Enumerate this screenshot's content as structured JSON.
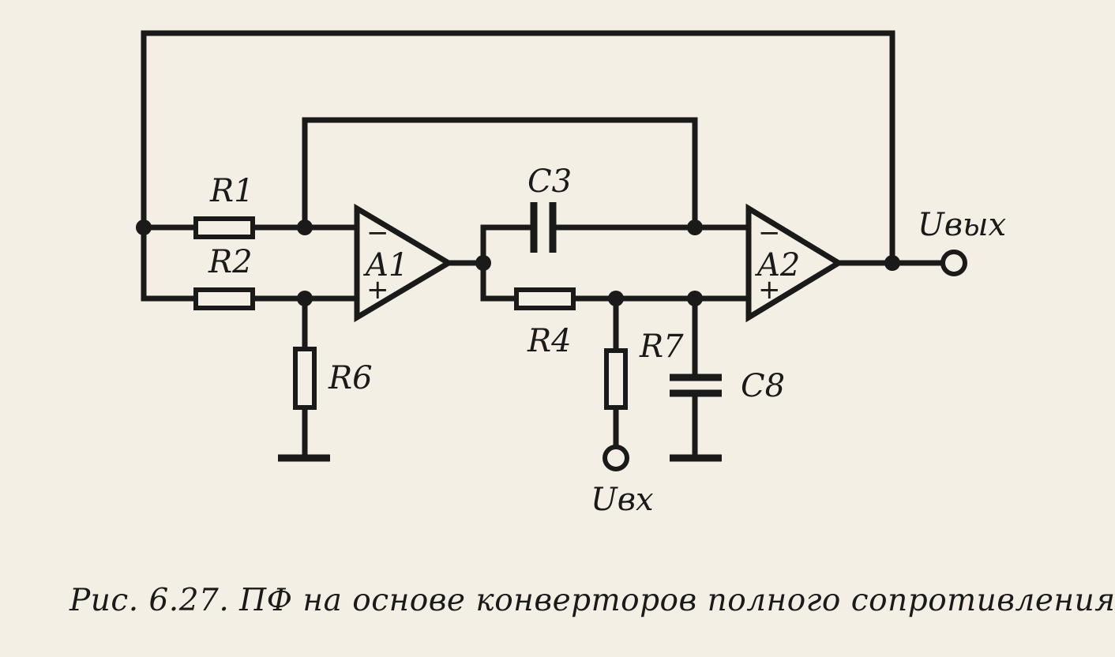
{
  "diagram": {
    "components": {
      "R1": "R1",
      "R2": "R2",
      "R4": "R4",
      "R6": "R6",
      "R7": "R7",
      "C3": "C3",
      "C8": "C8",
      "A1": "A1",
      "A2": "A2"
    },
    "opamp_inputs": {
      "inverting": "−",
      "noninverting": "+"
    },
    "terminals": {
      "output": "Uвых",
      "input": "Uвх"
    }
  },
  "caption": "Рис. 6.27. ПФ на основе конверторов полного сопротивления."
}
